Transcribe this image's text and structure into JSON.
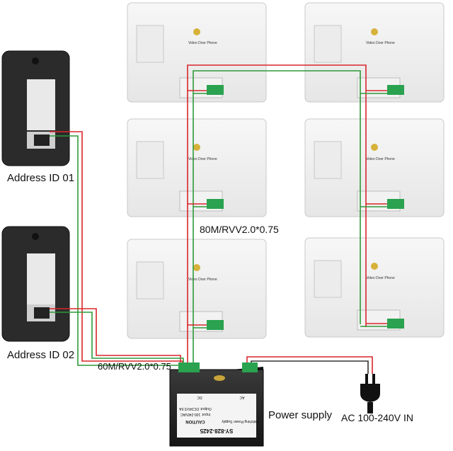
{
  "outdoor_stations": [
    {
      "label": "Address ID 01"
    },
    {
      "label": "Address ID 02"
    }
  ],
  "monitors": [
    {
      "brand": "Video Door Phone"
    },
    {
      "brand": "Video Door Phone"
    },
    {
      "brand": "Video Door Phone"
    },
    {
      "brand": "Video Door Phone"
    },
    {
      "brand": "Video Door Phone"
    },
    {
      "brand": "Video Door Phone"
    }
  ],
  "cable_labels": {
    "monitor_cable": "80M/RVV2.0*0.75",
    "station_cable": "60M/RVV2.0*0.75"
  },
  "power_supply": {
    "caption": "Power supply",
    "model": "SY-828-2425",
    "name": "Switching Power Supply",
    "caution": "CAUTION",
    "input": "Input: 100-240VAC",
    "output": "Output: DC24V/2.5A",
    "dc_mark": "DC",
    "ac_mark": "AC"
  },
  "mains": {
    "label": "AC 100-240V IN"
  },
  "colors": {
    "red_wire": "#d8262b",
    "green_wire": "#2e9a3a",
    "terminal": "#2aa24f"
  }
}
